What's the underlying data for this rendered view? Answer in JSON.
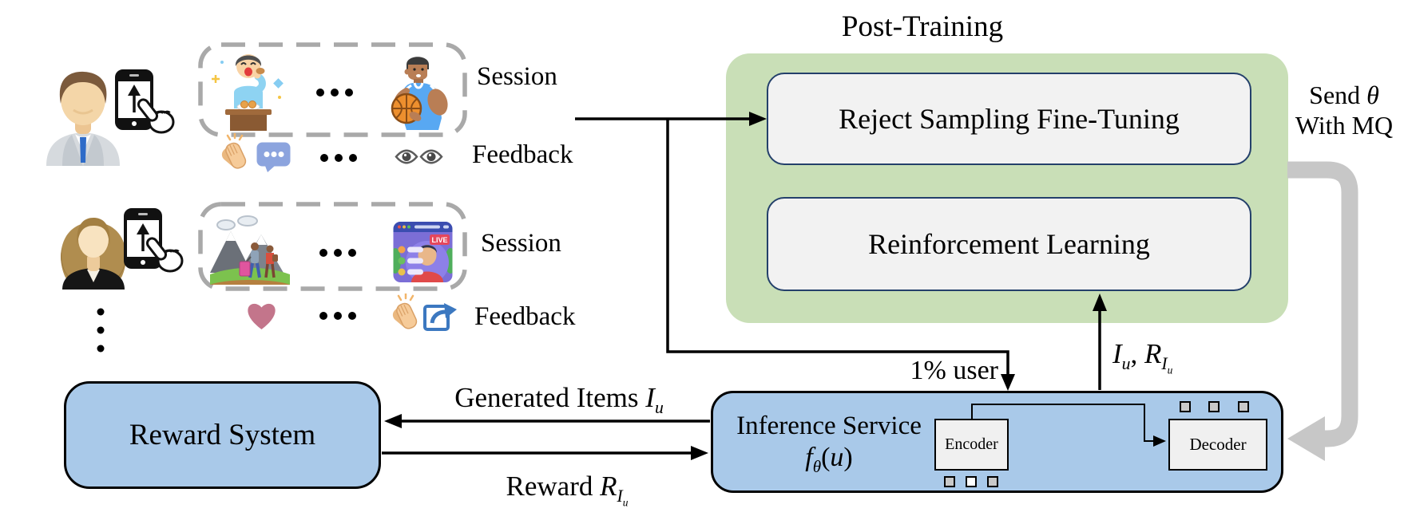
{
  "colors": {
    "green_panel": "#c9dfb7",
    "module_fill": "#f2f2f2",
    "module_border": "#24406b",
    "blue_fill": "#a9c9e9",
    "arrow_gray": "#c7c7c7",
    "dashed_gray": "#a9a9a9",
    "live_red": "#e5475c",
    "bubble_blue": "#8ca4de",
    "heart_pink": "#c3758b",
    "share_blue": "#3c78c0",
    "clap_tan": "#f6cb99"
  },
  "users": [
    {
      "avatar": "businessman-avatar",
      "session_label": "Session",
      "feedback_label": "Feedback",
      "session_items": [
        "eating-man-illustration",
        "ellipsis",
        "basketball-player-illustration"
      ],
      "feedback_items": [
        "clap-icon",
        "comment-bubble-icon",
        "ellipsis",
        "eyes-icon"
      ]
    },
    {
      "avatar": "businesswoman-avatar",
      "session_label": "Session",
      "feedback_label": "Feedback",
      "session_items": [
        "hiking-illustration",
        "ellipsis",
        "live-stream-illustration"
      ],
      "feedback_items": [
        "heart-icon",
        "ellipsis",
        "clap-icon",
        "share-icon"
      ]
    }
  ],
  "more_users_indicator": "vertical-ellipsis",
  "post_training": {
    "title": "Post-Training",
    "modules": [
      {
        "label": "Reject Sampling Fine-Tuning"
      },
      {
        "label": "Reinforcement Learning"
      }
    ]
  },
  "annotations": {
    "send_mq_html": "Send <i>θ</i><br>With MQ",
    "one_percent_user": "1% user",
    "items_rewards_html": "<i>I<sub>u</sub></i>, <i>R<sub>I<sub>u</sub></sub></i>",
    "generated_items_html": "Generated Items <i>I<sub>u</sub></i>",
    "reward_html": "Reward <i>R<sub>I<sub>u</sub></sub></i>"
  },
  "reward_system": {
    "label": "Reward System"
  },
  "inference_service": {
    "title": "Inference Service",
    "formula_html": "<i>f<sub>θ</sub></i>(<i>u</i>)",
    "encoder_label": "Encoder",
    "decoder_label": "Decoder"
  },
  "live_stream": {
    "badge": "LIVE"
  }
}
